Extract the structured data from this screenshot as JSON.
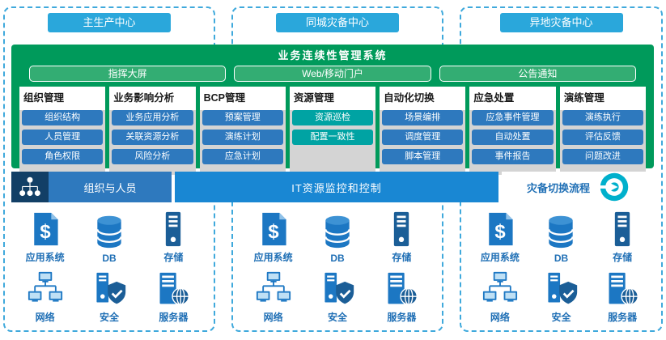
{
  "centers": [
    {
      "label": "主生产中心"
    },
    {
      "label": "同城灾备中心"
    },
    {
      "label": "异地灾备中心"
    }
  ],
  "system": {
    "title": "业务连续性管理系统",
    "portals": [
      "指挥大屏",
      "Web/移动门户",
      "公告通知"
    ],
    "modules": [
      {
        "title": "组织管理",
        "items": [
          "组织结构",
          "人员管理",
          "角色权限"
        ]
      },
      {
        "title": "业务影响分析",
        "items": [
          "业务应用分析",
          "关联资源分析",
          "风险分析"
        ]
      },
      {
        "title": "BCP管理",
        "items": [
          "预案管理",
          "演练计划",
          "应急计划"
        ]
      },
      {
        "title": "资源管理",
        "items": [
          "资源巡检",
          "配置一致性"
        ]
      },
      {
        "title": "自动化切换",
        "items": [
          "场景编排",
          "调度管理",
          "脚本管理"
        ]
      },
      {
        "title": "应急处置",
        "items": [
          "应急事件管理",
          "自动处置",
          "事件报告"
        ]
      },
      {
        "title": "演练管理",
        "items": [
          "演练执行",
          "评估反馈",
          "问题改进"
        ]
      }
    ]
  },
  "middle": {
    "org_label": "组织与人员",
    "it_label": "IT资源监控和控制",
    "dr_label": "灾备切换流程"
  },
  "infra": {
    "items": [
      {
        "label": "应用系统",
        "icon": "app-system-icon"
      },
      {
        "label": "DB",
        "icon": "database-icon"
      },
      {
        "label": "存储",
        "icon": "storage-icon"
      },
      {
        "label": "网络",
        "icon": "network-icon"
      },
      {
        "label": "安全",
        "icon": "security-icon"
      },
      {
        "label": "服务器",
        "icon": "server-icon"
      }
    ]
  },
  "colors": {
    "center_tab_cyan": "#2AA7DB",
    "dashed_border_blue": "#3FA9DC",
    "panel_green": "#009A5B",
    "portal_green": "#33AD73",
    "module_item_blue": "#2E79BE",
    "module_item_teal": "#00A3A3",
    "org_icon_navy": "#123F66",
    "it_bar_blue": "#1987D3",
    "infra_label_blue": "#1F6FB5",
    "icon_blue": "#1C77C3",
    "icon_dark_blue": "#1B5E97",
    "target_teal": "#00B0CC"
  }
}
